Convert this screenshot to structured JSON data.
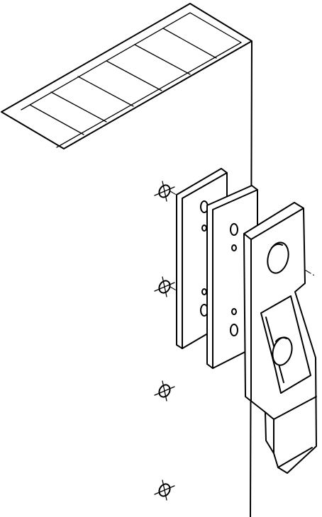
{
  "figure": {
    "kind": "exploded assembly line drawing",
    "parts": [
      "cabinet-panel",
      "spacer-plate-rear",
      "spacer-plate-front",
      "hanger-bracket"
    ],
    "screw_hole_markers": 4,
    "colors": {
      "line": "#000000",
      "background": "#ffffff"
    }
  }
}
